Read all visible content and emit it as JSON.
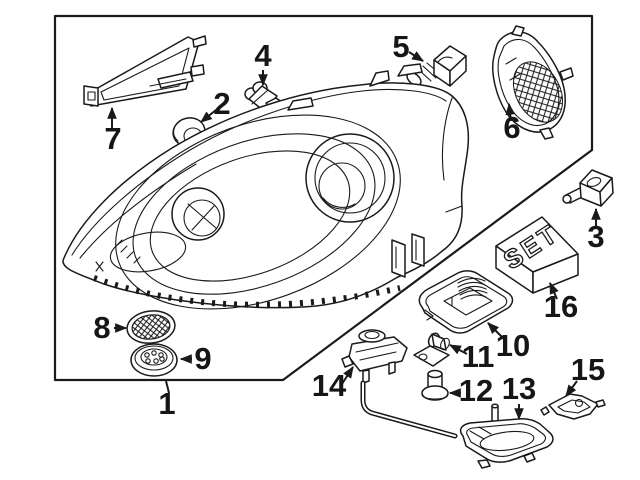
{
  "diagram": {
    "subject": "Headlamp assembly exploded parts diagram",
    "background_color": "#ffffff",
    "line_color": "#1a1a1a",
    "callouts": [
      "1",
      "2",
      "3",
      "4",
      "5",
      "6",
      "7",
      "8",
      "9",
      "10",
      "11",
      "12",
      "13",
      "14",
      "15",
      "16"
    ],
    "set_box_text": "SET"
  }
}
